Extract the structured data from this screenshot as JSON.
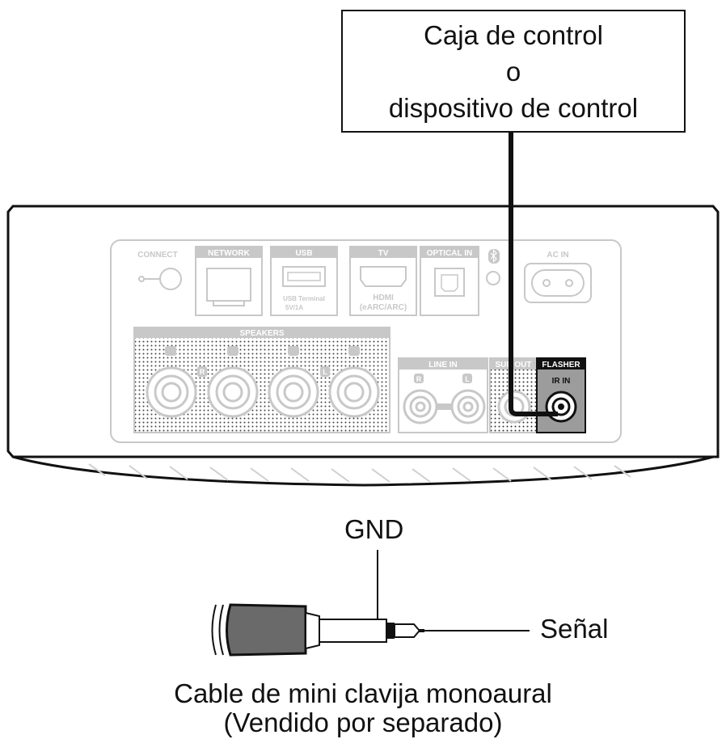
{
  "control_box": {
    "line1": "Caja de control",
    "line2": "o",
    "line3": "dispositivo de control"
  },
  "panel": {
    "connect": "CONNECT",
    "network": "NETWORK",
    "usb": "USB",
    "usb_terminal": "USB Terminal",
    "usb_rating": "5V/1A",
    "tv": "TV",
    "hdmi": "HDMI",
    "hdmi_sub": "(eARC/ARC)",
    "optical_in": "OPTICAL IN",
    "ac_in": "AC IN",
    "speakers": "SPEAKERS",
    "speaker_r": "R",
    "speaker_l": "L",
    "line_in": "LINE IN",
    "line_in_r": "R",
    "line_in_l": "L",
    "sub_out": "SUB OUT",
    "flasher": "FLASHER",
    "ir_in": "IR IN"
  },
  "plug": {
    "gnd": "GND",
    "signal": "Señal"
  },
  "caption": {
    "line1": "Cable de mini clavija monoaural",
    "line2": "(Vendido por separado)"
  },
  "colors": {
    "line": "#111111",
    "faint": "#c8c8c8",
    "flasher_block": "#9c9c9c",
    "cable_sheath": "#6a6a6a"
  }
}
